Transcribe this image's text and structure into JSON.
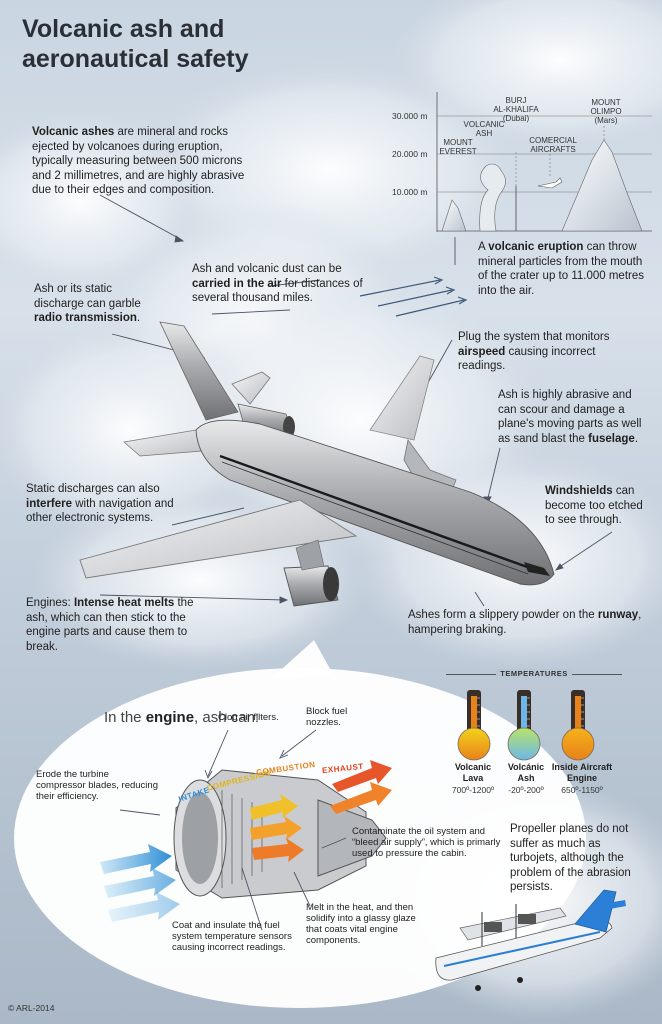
{
  "title": {
    "line1": "Volcanic ash and",
    "line2": "aeronautical safety"
  },
  "intro": {
    "bold": "Volcanic ashes",
    "rest": " are mineral and rocks ejected by volcanoes during eruption, typically measuring between 500 microns and 2 millimetres, and are highly abrasive due to their edges and composition."
  },
  "altitude_chart": {
    "y_ticks": [
      "30.000 m",
      "20.000 m",
      "10.000 m"
    ],
    "labels": {
      "everest": [
        "MOUNT",
        "EVEREST"
      ],
      "ash": [
        "VOLCANIC",
        "ASH"
      ],
      "burj": [
        "BURJ",
        "AL-KHALIFA",
        "(Dubai)"
      ],
      "aircraft": [
        "COMERCIAL",
        "AIRCRAFTS"
      ],
      "olimpo": [
        "MOUNT",
        "OLIMPO",
        "(Mars)"
      ]
    }
  },
  "eruption": {
    "pre": "A ",
    "bold": "volcanic eruption",
    "rest": " can throw mineral particles from the mouth of the crater up to 11.000 metres into the air."
  },
  "dust": {
    "pre": "Ash and volcanic dust can be ",
    "bold": "carried in the air",
    "rest": " for distances of several thousand miles."
  },
  "radio": {
    "pre": "Ash or its static discharge can garble ",
    "bold": "radio transmission",
    "rest": "."
  },
  "airspeed": {
    "pre": "Plug the system that monitors ",
    "bold": "airspeed",
    "rest": " causing incorrect readings."
  },
  "fuselage": {
    "pre": "Ash is highly abrasive and can scour and damage a plane's moving parts as well as sand blast the ",
    "bold": "fuselage",
    "rest": "."
  },
  "static": {
    "pre": "Static discharges can also ",
    "bold": "interfere",
    "rest": " with navigation and other electronic systems."
  },
  "windshields": {
    "bold": "Windshields",
    "rest": " can become too etched to see through."
  },
  "engines": {
    "pre": "Engines: ",
    "bold": "Intense heat melts",
    "rest": " the ash, which can then stick to the engine parts and cause them to break."
  },
  "runway": {
    "pre": "Ashes form a slippery powder on the ",
    "bold": "runway",
    "rest": ", hampering braking."
  },
  "temperatures": {
    "header": "TEMPERATURES",
    "items": [
      {
        "label": "Volcanic Lava",
        "range": "700º-1200º",
        "color_top": "#f3d31a",
        "color_bottom": "#e8821a"
      },
      {
        "label": "Volcánic Ash",
        "range": "-20º-200º",
        "color_top": "#b7e36a",
        "color_bottom": "#6cb7e8"
      },
      {
        "label": "Inside Aircraft Engine",
        "range": "650º-1150º",
        "color_top": "#f6b21a",
        "color_bottom": "#e8821a"
      }
    ]
  },
  "engine": {
    "title_pre": "In the ",
    "title_bold": "engine",
    "title_post": ", ash can:",
    "clog": "Clog air filters.",
    "block": "Block fuel nozzles.",
    "erode": "Erode the turbine compressor blades, reducing their efficiency.",
    "contaminate": "Contaminate the oil system and “bleed air supply”, which is primarly used to pressure the cabin.",
    "melt": "Melt in the heat, and then solidify into a glassy glaze that coats vital engine components.",
    "coat": "Coat and insulate the fuel system temperature sensors causing incorrect readings.",
    "flow_labels": [
      "INTAKE",
      "COMPRESSION",
      "COMBUSTION",
      "EXHAUST"
    ]
  },
  "propeller": "Propeller planes do not suffer as much as turbojets, although the problem of the abrasion persists.",
  "credit": "© ARL-2014"
}
